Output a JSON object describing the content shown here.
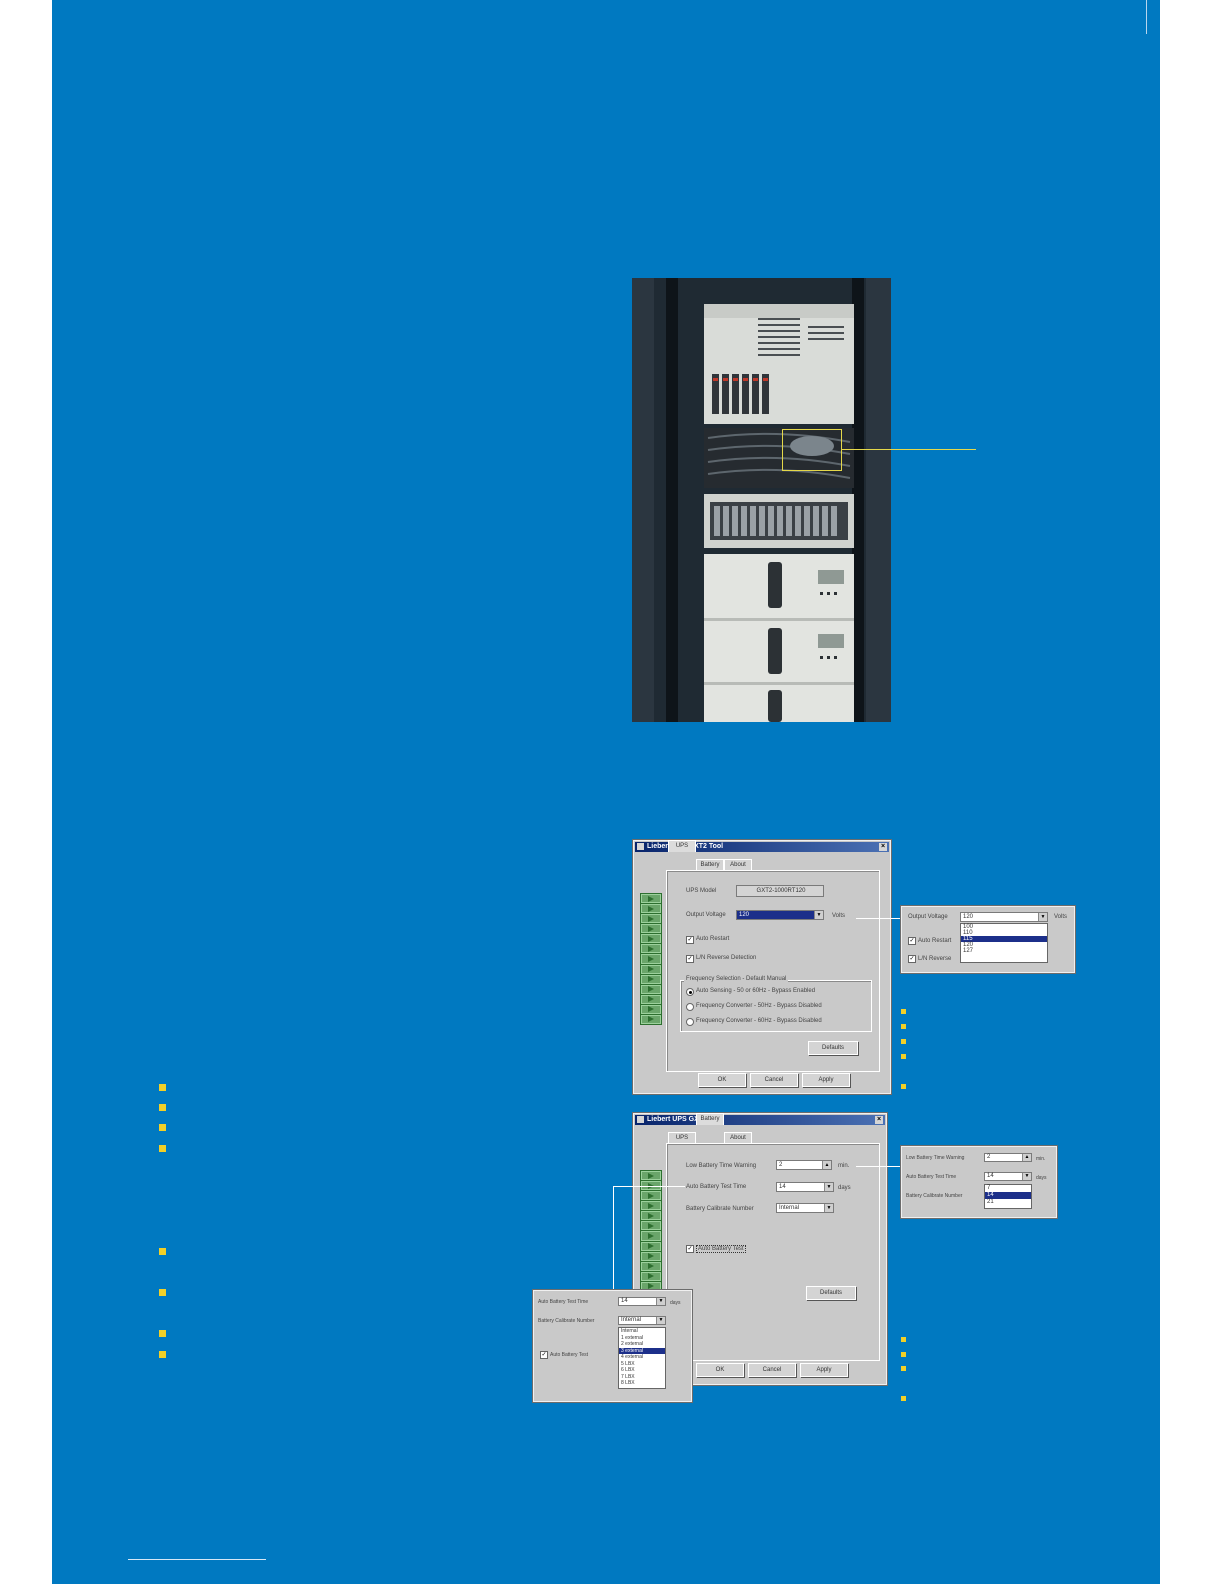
{
  "colors": {
    "page_blue": "#0079c1",
    "accent_yellow": "#e5d84a",
    "bullet_yellow": "#f2d027"
  },
  "window1": {
    "title": "Liebert UPS GXT2 Tool",
    "tabs": [
      "UPS",
      "Battery",
      "About"
    ],
    "ups_model_label": "UPS Model",
    "ups_model_value": "GXT2-1000RT120",
    "output_voltage_label": "Output Voltage",
    "output_voltage_value": "120",
    "output_voltage_unit": "Volts",
    "auto_restart_label": "Auto Restart",
    "lin_reverse_label": "L/N Reverse Detection",
    "freq_group_label": "Frequency Selection - Default Manual",
    "radio_1": "Auto Sensing - 50 or 60Hz - Bypass Enabled",
    "radio_2": "Frequency Converter - 50Hz - Bypass Disabled",
    "radio_3": "Frequency Converter - 60Hz - Bypass Disabled",
    "defaults_button": "Defaults",
    "ok_button": "OK",
    "cancel_button": "Cancel",
    "apply_button": "Apply"
  },
  "callout1": {
    "output_voltage_label": "Output Voltage",
    "output_voltage_value": "120",
    "unit": "Volts",
    "options": [
      "100",
      "110",
      "115",
      "120",
      "127"
    ],
    "auto_restart_label": "Auto Restart",
    "lin_reverse_label": "L/N Reverse"
  },
  "window2": {
    "title": "Liebert UPS GXT2 Tool",
    "tabs": [
      "UPS",
      "Battery",
      "About"
    ],
    "low_battery_label": "Low Battery Time Warning",
    "low_battery_value": "2",
    "low_battery_unit": "min.",
    "auto_test_label": "Auto Battery Test Time",
    "auto_test_value": "14",
    "auto_test_unit": "days",
    "calibrate_label": "Battery Calibrate Number",
    "calibrate_value": "Internal",
    "auto_battery_test_label": "Auto Battery Test",
    "defaults_button": "Defaults",
    "ok_button": "OK",
    "cancel_button": "Cancel",
    "apply_button": "Apply"
  },
  "callout2": {
    "low_battery_label": "Low Battery Time Warning",
    "low_battery_value": "2",
    "low_battery_unit": "min.",
    "auto_test_label": "Auto Battery Test Time",
    "auto_test_value": "14",
    "auto_test_unit": "days",
    "calibrate_label": "Battery Calibrate Number",
    "options": [
      "7",
      "14",
      "21"
    ]
  },
  "callout3": {
    "auto_test_label": "Auto Battery Test Time",
    "auto_test_value": "14",
    "auto_test_unit": "days",
    "calibrate_label": "Battery Calibrate Number",
    "calibrate_value": "Internal",
    "auto_battery_test_label": "Auto Battery Test",
    "options": [
      "Internal",
      "1 external",
      "2 external",
      "3 external",
      "4 external",
      "5 LBX",
      "6 LBX",
      "7 LBX",
      "8 LBX"
    ]
  }
}
